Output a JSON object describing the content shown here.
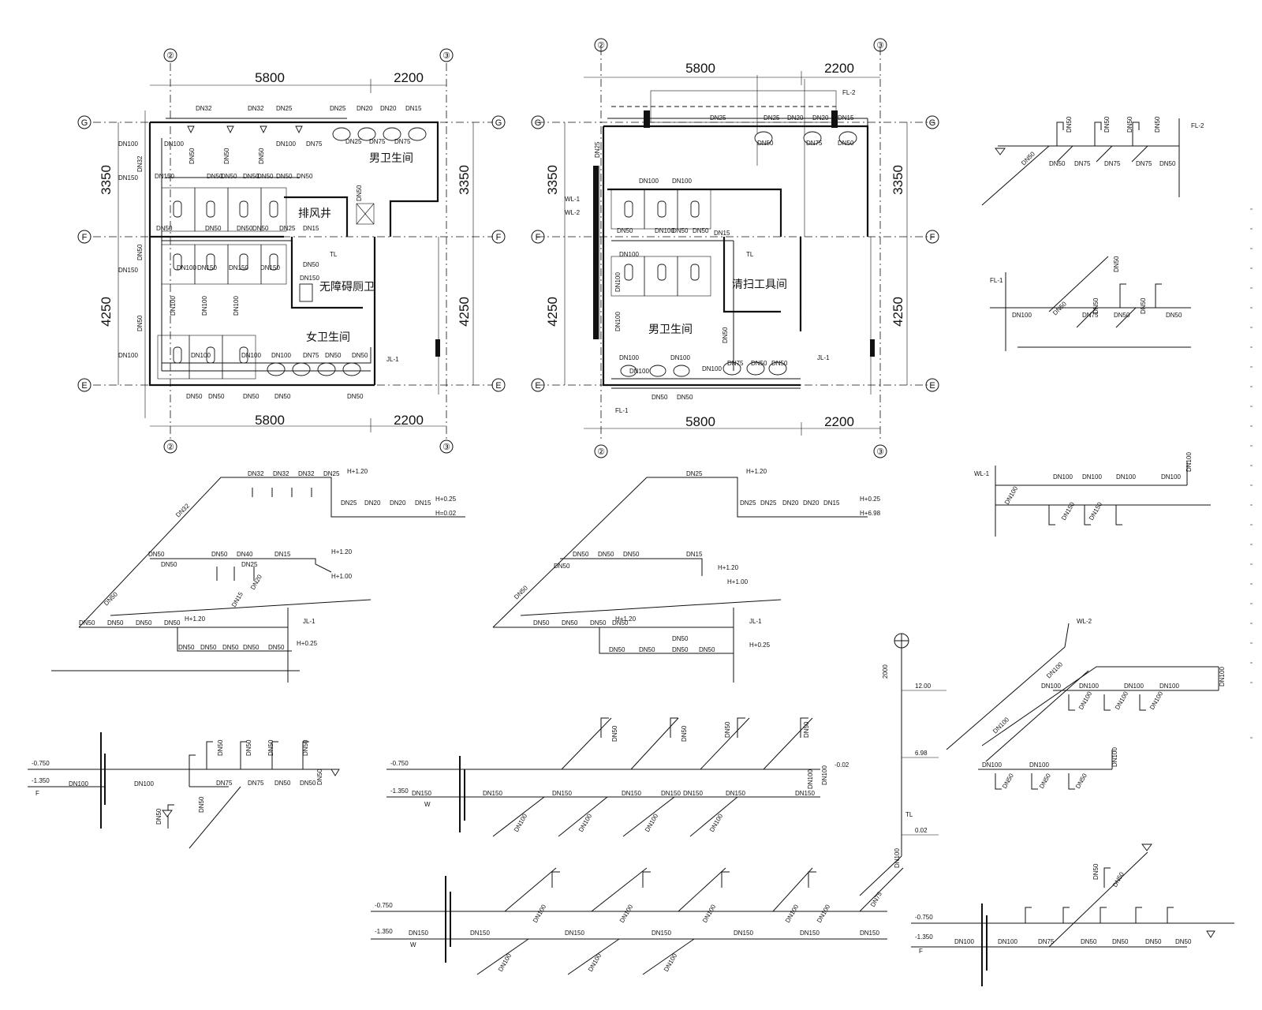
{
  "plan_left": {
    "dims_top": [
      "5800",
      "2200"
    ],
    "dims_bottom": [
      "5800",
      "2200"
    ],
    "dims_left": [
      "3350",
      "4250"
    ],
    "dims_right": [
      "3350",
      "4250"
    ],
    "axes_x": [
      "②",
      "③"
    ],
    "axes_y": [
      "G",
      "F",
      "E"
    ],
    "rooms": {
      "men": "男卫生间",
      "women": "女卫生间",
      "accessible": "无障碍厕卫",
      "shaft": "排风井"
    },
    "labels": {
      "top_pipe": [
        "DN32",
        "DN32",
        "DN25",
        "DN25",
        "DN20",
        "DN20",
        "DN15"
      ],
      "top_row2": [
        "DN100",
        "DN50",
        "DN50",
        "DN50",
        "DN100",
        "DN75",
        "DN25",
        "DN75",
        "DN75"
      ],
      "left_col": [
        "DN100",
        "DN32",
        "DN150",
        "DN50",
        "DN150",
        "DN50",
        "DN100"
      ],
      "row_a": [
        "DN150",
        "DN50",
        "DN50",
        "DN50",
        "DN50",
        "DN50",
        "DN50"
      ],
      "row_b": [
        "DN50",
        "DN50",
        "DN50",
        "DN50",
        "DN25",
        "DN15"
      ],
      "row_c": [
        "DN100",
        "DN150",
        "DN150",
        "DN150"
      ],
      "col_mid": [
        "DN100",
        "DN100",
        "DN100"
      ],
      "bottom_row": [
        "DN100",
        "DN100",
        "DN100",
        "DN75",
        "DN50",
        "DN50"
      ],
      "bottom_pipe": [
        "DN50",
        "DN50",
        "DN50",
        "DN50",
        "DN50"
      ],
      "misc": [
        "JL-1",
        "DN150",
        "DN50",
        "TL",
        "DN50"
      ]
    }
  },
  "plan_right": {
    "dims_top": [
      "5800",
      "2200"
    ],
    "dims_bottom": [
      "5800",
      "2200"
    ],
    "dims_left": [
      "3350",
      "4250"
    ],
    "dims_right": [
      "3350",
      "4250"
    ],
    "axes_x": [
      "②",
      "③"
    ],
    "axes_y": [
      "G",
      "F",
      "E"
    ],
    "rooms": {
      "men": "男卫生间",
      "cleaning": "清扫工具间"
    },
    "labels": {
      "top": [
        "DN25",
        "DN25",
        "DN20",
        "DN20",
        "DN15",
        "FL-2"
      ],
      "top2": [
        "DN50",
        "DN75",
        "DN50",
        "DN25"
      ],
      "stall": [
        "DN100",
        "DN100",
        "DN50",
        "DN100",
        "DN50",
        "DN100",
        "DN50",
        "DN15"
      ],
      "side": [
        "WL-1",
        "WL-2",
        "DN50",
        "DN100",
        "DN100",
        "TL",
        "DN50"
      ],
      "bottom": [
        "DN100",
        "DN100",
        "DN100",
        "DN100",
        "DN75",
        "DN50",
        "DN50",
        "JL-1"
      ],
      "bottom_pipe": [
        "DN50",
        "DN50",
        "FL-1"
      ]
    }
  },
  "iso_top_right": {
    "labels": [
      "FL-2",
      "DN50",
      "DN50",
      "DN50",
      "DN50",
      "DN50",
      "DN50",
      "DN75",
      "DN75",
      "DN75",
      "DN50"
    ]
  },
  "iso_fl1": {
    "labels": [
      "FL-1",
      "DN100",
      "DN50",
      "DN75",
      "DN50",
      "DN50",
      "DN50",
      "DN50",
      "DN50"
    ]
  },
  "iso_wl1": {
    "labels": [
      "WL-1",
      "DN100",
      "DN100",
      "DN100",
      "DN100",
      "DN100",
      "DN100",
      "DN150",
      "DN150"
    ]
  },
  "iso_supply_left": {
    "labels": [
      "DN32",
      "DN32",
      "DN32",
      "DN25",
      "H+1.20",
      "DN25",
      "DN20",
      "DN20",
      "DN15",
      "H+0.25",
      "H=0.02",
      "DN32",
      "DN50",
      "DN50",
      "DN50",
      "DN40",
      "DN15",
      "H+1.20",
      "DN25",
      "H+1.00",
      "DN20",
      "DN15",
      "DN50",
      "DN50",
      "DN50",
      "DN50",
      "DN50",
      "H+1.20",
      "JL-1",
      "DN50",
      "DN50",
      "DN50",
      "DN50",
      "DN50",
      "H+0.25"
    ]
  },
  "iso_supply_mid": {
    "labels": [
      "DN25",
      "H+1.20",
      "DN25",
      "DN25",
      "DN20",
      "DN20",
      "DN15",
      "H+0.25",
      "H+6.98",
      "DN50",
      "DN50",
      "DN50",
      "DN50",
      "DN15",
      "H+1.20",
      "H+1.00",
      "DN50",
      "DN50",
      "DN50",
      "DN50",
      "DN50",
      "H+1.20",
      "JL-1",
      "DN50",
      "DN50",
      "DN50",
      "DN50",
      "DN50",
      "H+0.25"
    ]
  },
  "iso_drain_a": {
    "labels": [
      "-0.750",
      "-1.350",
      "F",
      "DN100",
      "DN100",
      "DN50",
      "DN50",
      "DN50",
      "DN50",
      "DN75",
      "DN75",
      "DN50",
      "DN50",
      "DN50",
      "DN50",
      "DN50"
    ]
  },
  "iso_drain_b": {
    "labels": [
      "-0.750",
      "-1.350",
      "W",
      "DN150",
      "DN50",
      "DN50",
      "DN50",
      "DN50",
      "DN150",
      "DN150",
      "DN150",
      "DN150",
      "DN150",
      "DN150",
      "DN150",
      "DN100",
      "DN100",
      "DN100",
      "DN100",
      "DN100",
      "DN100",
      "-0.02"
    ]
  },
  "iso_drain_c": {
    "labels": [
      "-0.750",
      "-1.350",
      "W",
      "DN150",
      "DN150",
      "DN150",
      "DN150",
      "DN150",
      "DN150",
      "DN150",
      "DN100",
      "DN100",
      "DN100",
      "DN100",
      "DN100",
      "DN100",
      "DN100",
      "DN100",
      "DN75"
    ]
  },
  "riser": {
    "labels": [
      "2000",
      "12.00",
      "6.98",
      "TL",
      "0.02",
      "DN100"
    ]
  },
  "iso_wl2": {
    "labels": [
      "WL-2",
      "DN100",
      "DN100",
      "DN100",
      "DN100",
      "DN100",
      "DN100",
      "DN100",
      "DN100",
      "DN100",
      "DN100",
      "DN100",
      "DN100",
      "DN100",
      "DN50",
      "DN50",
      "DN50"
    ]
  },
  "iso_bottom_right": {
    "labels": [
      "-0.750",
      "-1.350",
      "F",
      "DN100",
      "DN100",
      "DN75",
      "DN50",
      "DN50",
      "DN50",
      "DN50",
      "DN50",
      "DN50"
    ]
  }
}
